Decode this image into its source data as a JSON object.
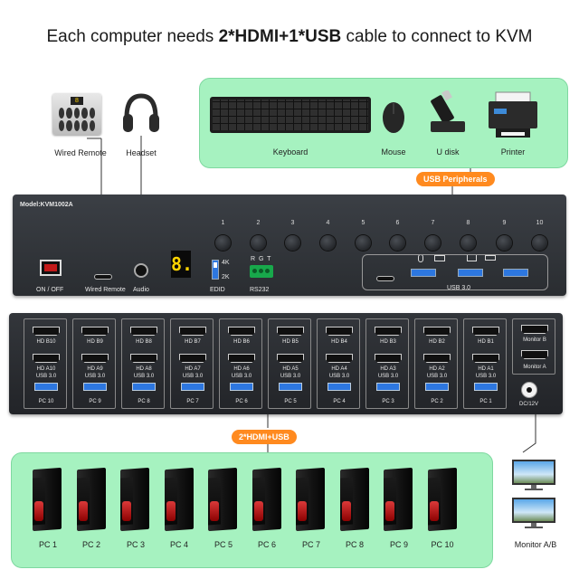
{
  "headline": {
    "part1": "Each computer needs ",
    "bold": "2*HDMI+1*USB",
    "part2": " cable to connect to KVM"
  },
  "accessories": {
    "remote": "Wired Remote",
    "remote_display": "8",
    "headset": "Headset"
  },
  "peripherals": {
    "items": [
      "Keyboard",
      "Mouse",
      "U disk",
      "Printer"
    ],
    "chip": "USB Peripherals"
  },
  "front": {
    "model": "Model:KVM1002A",
    "buttons": [
      "1",
      "2",
      "3",
      "4",
      "5",
      "6",
      "7",
      "8",
      "9",
      "10"
    ],
    "power_label": "ON / OFF",
    "remote_label": "Wired Remote",
    "audio_label": "Audio",
    "display_digit": "8.",
    "edid_label": "EDID",
    "edid_4k": "4K",
    "edid_2k": "2K",
    "rgt": "R  G  T",
    "rs232_label": "RS232",
    "usb_label": "USB 3.0"
  },
  "rear": {
    "columns": [
      {
        "hdb": "HD B10",
        "hda": "HD A10",
        "usb": "USB 3.0",
        "pc": "PC 10"
      },
      {
        "hdb": "HD B9",
        "hda": "HD A9",
        "usb": "USB 3.0",
        "pc": "PC 9"
      },
      {
        "hdb": "HD B8",
        "hda": "HD A8",
        "usb": "USB 3.0",
        "pc": "PC 8"
      },
      {
        "hdb": "HD B7",
        "hda": "HD A7",
        "usb": "USB 3.0",
        "pc": "PC 7"
      },
      {
        "hdb": "HD B6",
        "hda": "HD A6",
        "usb": "USB 3.0",
        "pc": "PC 6"
      },
      {
        "hdb": "HD B5",
        "hda": "HD A5",
        "usb": "USB 3.0",
        "pc": "PC 5"
      },
      {
        "hdb": "HD B4",
        "hda": "HD A4",
        "usb": "USB 3.0",
        "pc": "PC 4"
      },
      {
        "hdb": "HD B3",
        "hda": "HD A3",
        "usb": "USB 3.0",
        "pc": "PC 3"
      },
      {
        "hdb": "HD B2",
        "hda": "HD A2",
        "usb": "USB 3.0",
        "pc": "PC 2"
      },
      {
        "hdb": "HD B1",
        "hda": "HD A1",
        "usb": "USB 3.0",
        "pc": "PC 1"
      }
    ],
    "monitor_b": "Monitor B",
    "monitor_a": "Monitor A",
    "dc": "DC/12V",
    "chip": "2*HDMI+USB"
  },
  "pcs": [
    "PC 1",
    "PC 2",
    "PC 3",
    "PC 4",
    "PC 5",
    "PC 6",
    "PC 7",
    "PC 8",
    "PC 9",
    "PC 10"
  ],
  "monitors_label": "Monitor A/B",
  "colors": {
    "green_panel": "#a6f2c0",
    "orange_chip": "#ff8a1f",
    "usb_blue": "#2d77e0",
    "display_yellow": "#ffd400"
  }
}
